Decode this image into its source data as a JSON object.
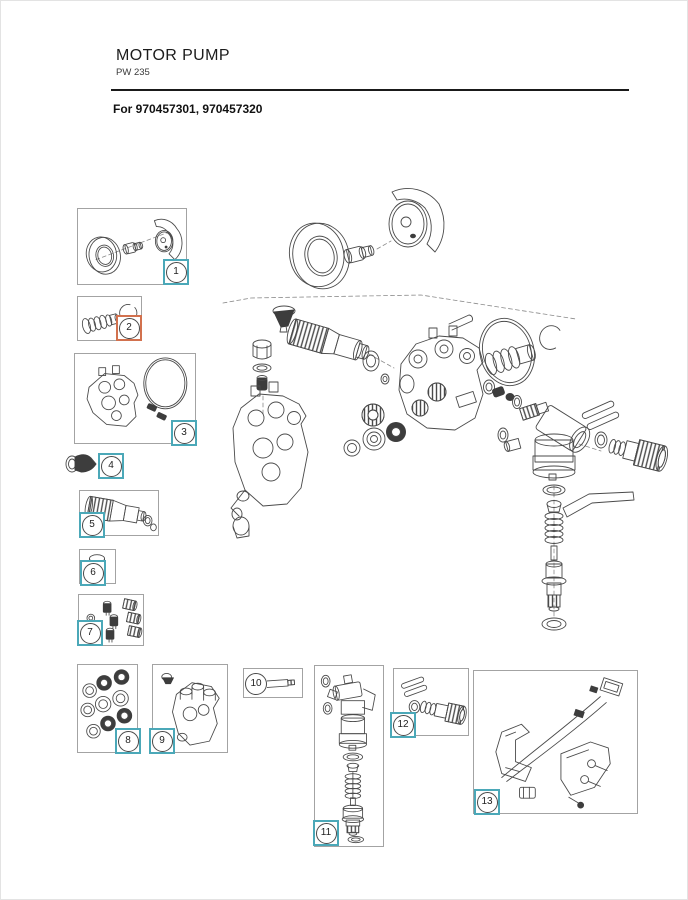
{
  "header": {
    "title": "MOTOR PUMP",
    "model": "PW 235",
    "applies_to": "For 970457301, 970457320"
  },
  "colors": {
    "badge_teal": "#4ba8b8",
    "badge_orange": "#d2714e",
    "box_border": "#a3a3a3",
    "rule": "#1a1a1a",
    "line_art": "#4a4a4a"
  },
  "diagram": {
    "description": "Exploded view of motor pump assembly",
    "callouts": [
      {
        "number": "1",
        "highlight": "teal"
      },
      {
        "number": "2",
        "highlight": "orange"
      },
      {
        "number": "3",
        "highlight": "teal"
      },
      {
        "number": "4",
        "highlight": "teal"
      },
      {
        "number": "5",
        "highlight": "teal"
      },
      {
        "number": "6",
        "highlight": "teal"
      },
      {
        "number": "7",
        "highlight": "teal"
      },
      {
        "number": "8",
        "highlight": "teal"
      },
      {
        "number": "9",
        "highlight": "teal"
      },
      {
        "number": "10",
        "highlight": "none"
      },
      {
        "number": "11",
        "highlight": "teal"
      },
      {
        "number": "12",
        "highlight": "teal"
      },
      {
        "number": "13",
        "highlight": "teal"
      }
    ]
  }
}
